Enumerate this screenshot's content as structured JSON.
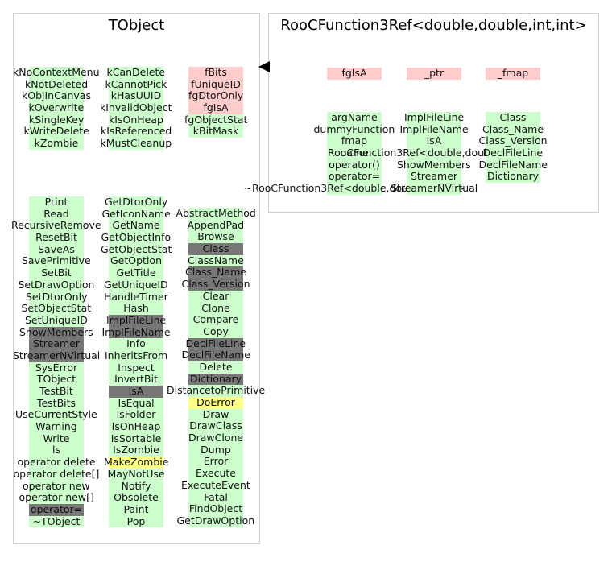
{
  "tobject": {
    "title": "TObject",
    "enums_col1": [
      {
        "text": "kNoContextMenu",
        "fill": "green"
      },
      {
        "text": "kNotDeleted",
        "fill": "green"
      },
      {
        "text": "kObjInCanvas",
        "fill": "green"
      },
      {
        "text": "kOverwrite",
        "fill": "green"
      },
      {
        "text": "kSingleKey",
        "fill": "green"
      },
      {
        "text": "kWriteDelete",
        "fill": "green"
      },
      {
        "text": "kZombie",
        "fill": "green"
      }
    ],
    "enums_col2": [
      {
        "text": "kCanDelete",
        "fill": "green"
      },
      {
        "text": "kCannotPick",
        "fill": "green"
      },
      {
        "text": "kHasUUID",
        "fill": "green"
      },
      {
        "text": "kInvalidObject",
        "fill": "green"
      },
      {
        "text": "kIsOnHeap",
        "fill": "green"
      },
      {
        "text": "kIsReferenced",
        "fill": "green"
      },
      {
        "text": "kMustCleanup",
        "fill": "green"
      }
    ],
    "members": [
      {
        "text": "fBits",
        "fill": "pink"
      },
      {
        "text": "fUniqueID",
        "fill": "pink"
      },
      {
        "text": "fgDtorOnly",
        "fill": "pink"
      },
      {
        "text": "fgIsA",
        "fill": "pink"
      },
      {
        "text": "fgObjectStat",
        "fill": "green"
      },
      {
        "text": "kBitMask",
        "fill": "green"
      }
    ],
    "methods_col1": [
      {
        "text": "Print",
        "fill": "green"
      },
      {
        "text": "Read",
        "fill": "green"
      },
      {
        "text": "RecursiveRemove",
        "fill": "green"
      },
      {
        "text": "ResetBit",
        "fill": "green"
      },
      {
        "text": "SaveAs",
        "fill": "green"
      },
      {
        "text": "SavePrimitive",
        "fill": "green"
      },
      {
        "text": "SetBit",
        "fill": "green"
      },
      {
        "text": "SetDrawOption",
        "fill": "green"
      },
      {
        "text": "SetDtorOnly",
        "fill": "green"
      },
      {
        "text": "SetObjectStat",
        "fill": "green"
      },
      {
        "text": "SetUniqueID",
        "fill": "green"
      },
      {
        "text": "ShowMembers",
        "fill": "gray"
      },
      {
        "text": "Streamer",
        "fill": "gray"
      },
      {
        "text": "StreamerNVirtual",
        "fill": "gray"
      },
      {
        "text": "SysError",
        "fill": "green"
      },
      {
        "text": "TObject",
        "fill": "green"
      },
      {
        "text": "TestBit",
        "fill": "green"
      },
      {
        "text": "TestBits",
        "fill": "green"
      },
      {
        "text": "UseCurrentStyle",
        "fill": "green"
      },
      {
        "text": "Warning",
        "fill": "green"
      },
      {
        "text": "Write",
        "fill": "green"
      },
      {
        "text": "ls",
        "fill": "green"
      },
      {
        "text": "operator delete",
        "fill": "green"
      },
      {
        "text": "operator delete[]",
        "fill": "green"
      },
      {
        "text": "operator new",
        "fill": "green"
      },
      {
        "text": "operator new[]",
        "fill": "green"
      },
      {
        "text": "operator=",
        "fill": "gray"
      },
      {
        "text": "~TObject",
        "fill": "green"
      }
    ],
    "methods_col2": [
      {
        "text": "GetDtorOnly",
        "fill": "green"
      },
      {
        "text": "GetIconName",
        "fill": "green"
      },
      {
        "text": "GetName",
        "fill": "green"
      },
      {
        "text": "GetObjectInfo",
        "fill": "green"
      },
      {
        "text": "GetObjectStat",
        "fill": "green"
      },
      {
        "text": "GetOption",
        "fill": "green"
      },
      {
        "text": "GetTitle",
        "fill": "green"
      },
      {
        "text": "GetUniqueID",
        "fill": "green"
      },
      {
        "text": "HandleTimer",
        "fill": "green"
      },
      {
        "text": "Hash",
        "fill": "green"
      },
      {
        "text": "ImplFileLine",
        "fill": "gray"
      },
      {
        "text": "ImplFileName",
        "fill": "gray"
      },
      {
        "text": "Info",
        "fill": "green"
      },
      {
        "text": "InheritsFrom",
        "fill": "green"
      },
      {
        "text": "Inspect",
        "fill": "green"
      },
      {
        "text": "InvertBit",
        "fill": "green"
      },
      {
        "text": "IsA",
        "fill": "gray"
      },
      {
        "text": "IsEqual",
        "fill": "green"
      },
      {
        "text": "IsFolder",
        "fill": "green"
      },
      {
        "text": "IsOnHeap",
        "fill": "green"
      },
      {
        "text": "IsSortable",
        "fill": "green"
      },
      {
        "text": "IsZombie",
        "fill": "green"
      },
      {
        "text": "MakeZombie",
        "fill": "yellow"
      },
      {
        "text": "MayNotUse",
        "fill": "green"
      },
      {
        "text": "Notify",
        "fill": "green"
      },
      {
        "text": "Obsolete",
        "fill": "green"
      },
      {
        "text": "Paint",
        "fill": "green"
      },
      {
        "text": "Pop",
        "fill": "green"
      }
    ],
    "methods_col3": [
      {
        "text": "AbstractMethod",
        "fill": "green"
      },
      {
        "text": "AppendPad",
        "fill": "green"
      },
      {
        "text": "Browse",
        "fill": "green"
      },
      {
        "text": "Class",
        "fill": "gray"
      },
      {
        "text": "ClassName",
        "fill": "green"
      },
      {
        "text": "Class_Name",
        "fill": "gray"
      },
      {
        "text": "Class_Version",
        "fill": "gray"
      },
      {
        "text": "Clear",
        "fill": "green"
      },
      {
        "text": "Clone",
        "fill": "green"
      },
      {
        "text": "Compare",
        "fill": "green"
      },
      {
        "text": "Copy",
        "fill": "green"
      },
      {
        "text": "DeclFileLine",
        "fill": "gray"
      },
      {
        "text": "DeclFileName",
        "fill": "gray"
      },
      {
        "text": "Delete",
        "fill": "green"
      },
      {
        "text": "Dictionary",
        "fill": "gray"
      },
      {
        "text": "DistancetoPrimitive",
        "fill": "green"
      },
      {
        "text": "DoError",
        "fill": "yellow"
      },
      {
        "text": "Draw",
        "fill": "green"
      },
      {
        "text": "DrawClass",
        "fill": "green"
      },
      {
        "text": "DrawClone",
        "fill": "green"
      },
      {
        "text": "Dump",
        "fill": "green"
      },
      {
        "text": "Error",
        "fill": "green"
      },
      {
        "text": "Execute",
        "fill": "green"
      },
      {
        "text": "ExecuteEvent",
        "fill": "green"
      },
      {
        "text": "Fatal",
        "fill": "green"
      },
      {
        "text": "FindObject",
        "fill": "green"
      },
      {
        "text": "GetDrawOption",
        "fill": "green"
      }
    ]
  },
  "roo": {
    "title": "RooCFunction3Ref<double,double,int,int>",
    "member_col1": [
      {
        "text": "fgIsA",
        "fill": "pink"
      }
    ],
    "member_col2": [
      {
        "text": "_ptr",
        "fill": "pink"
      }
    ],
    "member_col3": [
      {
        "text": "_fmap",
        "fill": "pink"
      }
    ],
    "methods_col1": [
      {
        "text": "argName",
        "fill": "green"
      },
      {
        "text": "dummyFunction",
        "fill": "green"
      },
      {
        "text": "fmap",
        "fill": "green"
      },
      {
        "text": "name",
        "fill": "green"
      },
      {
        "text": "operator()",
        "fill": "green"
      },
      {
        "text": "operator=",
        "fill": "green"
      },
      {
        "text": "~RooCFunction3Ref<double,double,int,int>",
        "fill": "green"
      }
    ],
    "methods_col2": [
      {
        "text": "ImplFileLine",
        "fill": "green"
      },
      {
        "text": "ImplFileName",
        "fill": "green"
      },
      {
        "text": "IsA",
        "fill": "green"
      },
      {
        "text": "RooCFunction3Ref<double,double,int,int>",
        "fill": "green"
      },
      {
        "text": "ShowMembers",
        "fill": "green"
      },
      {
        "text": "Streamer",
        "fill": "green"
      },
      {
        "text": "StreamerNVirtual",
        "fill": "green"
      }
    ],
    "methods_col3": [
      {
        "text": "Class",
        "fill": "green"
      },
      {
        "text": "Class_Name",
        "fill": "green"
      },
      {
        "text": "Class_Version",
        "fill": "green"
      },
      {
        "text": "DeclFileLine",
        "fill": "green"
      },
      {
        "text": "DeclFileName",
        "fill": "green"
      },
      {
        "text": "Dictionary",
        "fill": "green"
      }
    ]
  }
}
